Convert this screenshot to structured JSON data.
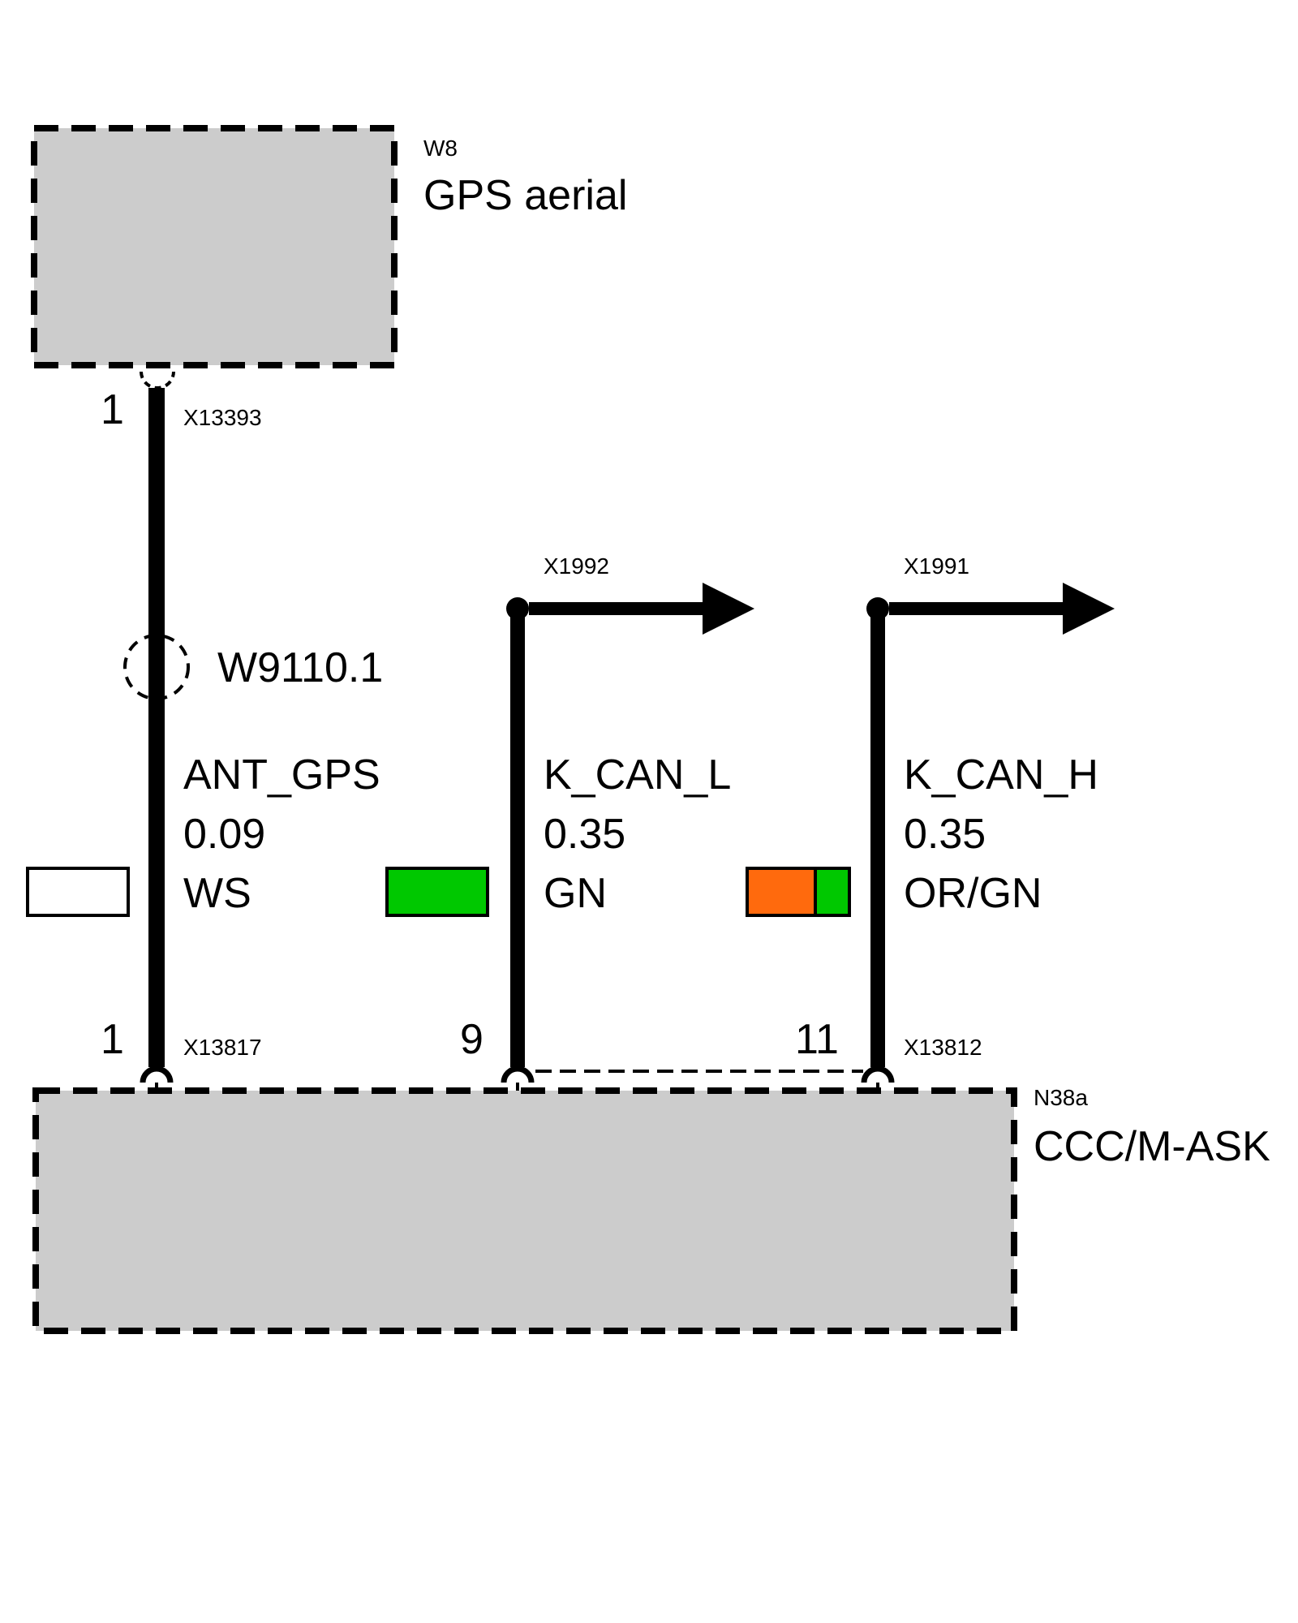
{
  "components": {
    "gps_aerial": {
      "id": "W8",
      "name": "GPS aerial",
      "connector": "X13393",
      "pin": "1"
    },
    "ccc_unit": {
      "id": "N38a",
      "name": "CCC/M-ASK",
      "connectors": {
        "ant": "X13817",
        "can": "X13812"
      },
      "pins": {
        "ant": "1",
        "can_l": "9",
        "can_h": "11"
      }
    }
  },
  "shield": {
    "label": "W9110.1"
  },
  "wires": [
    {
      "signal": "ANT_GPS",
      "size": "0.09",
      "color_code": "WS",
      "swatch_colors": [
        "#ffffff"
      ]
    },
    {
      "signal": "K_CAN_L",
      "size": "0.35",
      "color_code": "GN",
      "swatch_colors": [
        "#00c800"
      ],
      "continues_to": "X1992"
    },
    {
      "signal": "K_CAN_H",
      "size": "0.35",
      "color_code": "OR/GN",
      "swatch_colors": [
        "#ff6a0d",
        "#00c800"
      ],
      "continues_to": "X1991"
    }
  ],
  "colors": {
    "component_fill": "#cccccc",
    "line": "#000000"
  }
}
